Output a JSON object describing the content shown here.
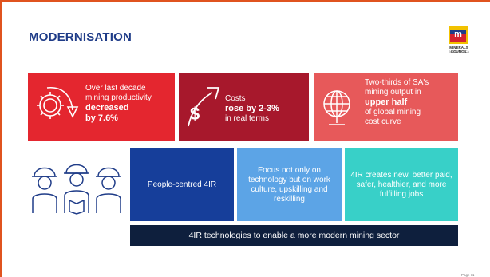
{
  "title": "MODERNISATION",
  "logo": {
    "name": "MINERALS COUNCIL",
    "subtitle": "SOUTH AFRICA",
    "mark": "m"
  },
  "tiles": {
    "productivity": {
      "line1": "Over last decade",
      "line2": "mining productivity",
      "strong1": "decreased",
      "strong2": "by 7.6%"
    },
    "costs": {
      "line1": "Costs",
      "strong1": "rose by 2-3%",
      "line2": "in real terms"
    },
    "output": {
      "line1": "Two-thirds of SA's",
      "line2": "mining output in",
      "strong1": "upper half",
      "line3": "of global mining",
      "line4": "cost curve"
    },
    "people": {
      "text": "People-centred 4IR"
    },
    "focus": {
      "text": "Focus not only on technology but on work culture, upskilling and reskilling"
    },
    "jobs": {
      "text": "4IR creates new, better paid, safer, healthier, and more fulfilling jobs"
    }
  },
  "banner": "4IR technologies to enable a more modern mining sector",
  "page_label": "Page 11",
  "colors": {
    "accent_border": "#e0531f",
    "title": "#1f3c88",
    "red": "#e4262f",
    "maroon": "#a7182c",
    "salmon": "#e7595a",
    "navy": "#163e9a",
    "sky": "#5ca4e6",
    "teal": "#38d0c8",
    "dark": "#0e1f3d"
  }
}
